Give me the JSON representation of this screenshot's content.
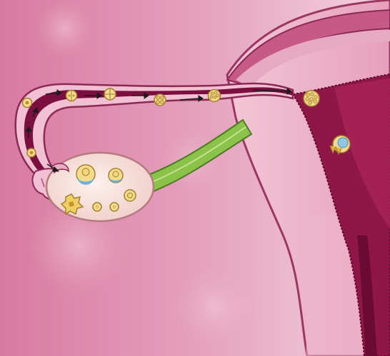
{
  "diagram": {
    "subject": "fertilization-and-implantation",
    "labels": [],
    "stages": [
      {
        "id": "ovulated-oocyte",
        "kind": "oocyte"
      },
      {
        "id": "fertilization",
        "kind": "zygote"
      },
      {
        "id": "two-cell",
        "kind": "2-cell"
      },
      {
        "id": "four-cell",
        "kind": "4-cell"
      },
      {
        "id": "eight-cell",
        "kind": "8-cell"
      },
      {
        "id": "morula",
        "kind": "morula"
      },
      {
        "id": "late-morula",
        "kind": "morula"
      },
      {
        "id": "blastocyst",
        "kind": "blastocyst"
      },
      {
        "id": "implanting-blastocyst",
        "kind": "implantation"
      }
    ],
    "colors": {
      "background": "#e3a3ba",
      "uterus_wall": "#e9a6c0",
      "uterus_outline": "#8c2a55",
      "endometrium": "#8f1747",
      "tube_lumen": "#7b1040",
      "ovary": "#f6e2dd",
      "ligament": "#8bc24a",
      "cell_fill": "#f3dc8e",
      "cell_stroke": "#a2802c"
    }
  }
}
